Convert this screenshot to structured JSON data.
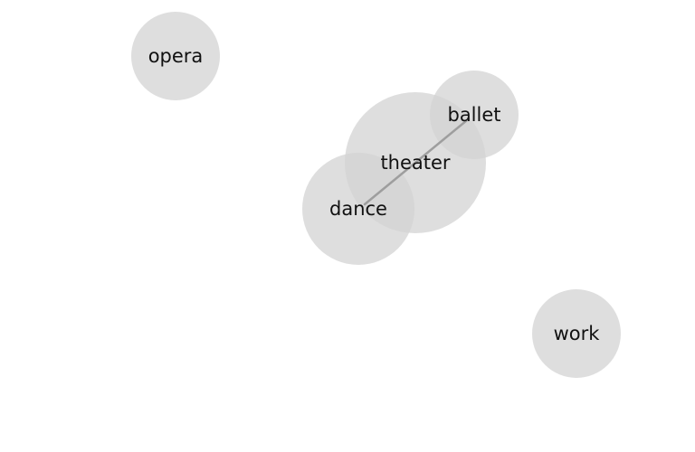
{
  "diagram": {
    "type": "bubble-network",
    "colors": {
      "node_fill": "#d3d3d3",
      "edge": "#9e9e9e",
      "label": "#111111",
      "background": "#ffffff"
    },
    "nodes": {
      "opera": {
        "label": "opera"
      },
      "theater": {
        "label": "theater"
      },
      "ballet": {
        "label": "ballet"
      },
      "dance": {
        "label": "dance"
      },
      "work": {
        "label": "work"
      }
    },
    "edges": [
      {
        "from": "dance",
        "to": "ballet"
      }
    ]
  }
}
